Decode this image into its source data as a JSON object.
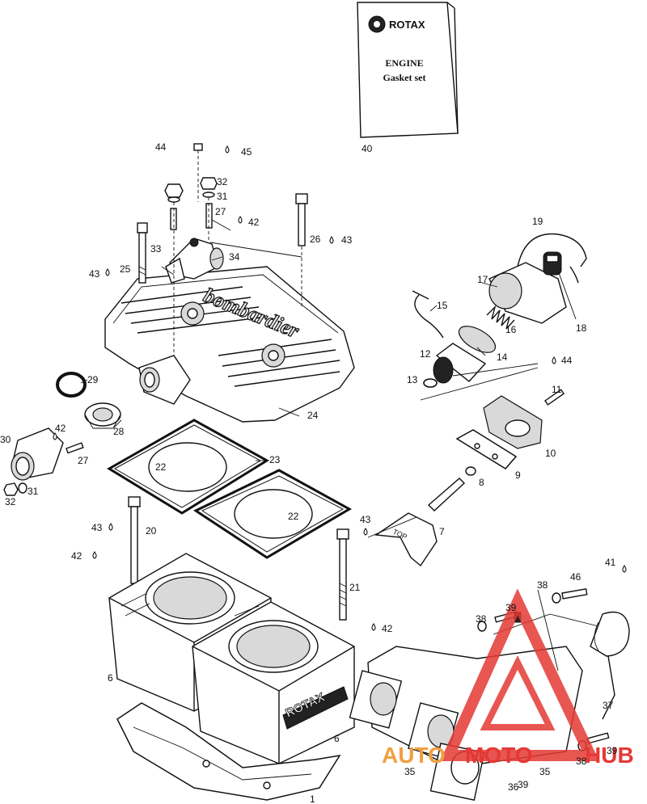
{
  "kit_box": {
    "brand": "ROTAX",
    "title_line1": "ENGINE",
    "title_line2": "Gasket set"
  },
  "embossed_text": {
    "cylinder_head": "bombardier",
    "cylinder_block": "ROTAX",
    "intake_manifold_tag": "TOP"
  },
  "watermark": {
    "part1": "AUTO",
    "part2": "MOTO",
    "part3": "HUB",
    "color": "#e53935",
    "accent_color": "#f0a040"
  },
  "callouts": {
    "c1": "1",
    "c6a": "6",
    "c6b": "6",
    "c7": "7",
    "c8": "8",
    "c9": "9",
    "c10": "10",
    "c11": "11",
    "c12": "12",
    "c13": "13",
    "c14": "14",
    "c15": "15",
    "c16": "16",
    "c17": "17",
    "c18": "18",
    "c19": "19",
    "c20": "20",
    "c21": "21",
    "c22a": "22",
    "c22b": "22",
    "c23": "23",
    "c24": "24",
    "c25": "25",
    "c26": "26",
    "c27a": "27",
    "c27b": "27",
    "c28": "28",
    "c29": "29",
    "c30": "30",
    "c31a": "31",
    "c31b": "31",
    "c32a": "32",
    "c32b": "32",
    "c33": "33",
    "c34": "34",
    "c35a": "35",
    "c35b": "35",
    "c36": "36",
    "c37": "37",
    "c38a": "38",
    "c38b": "38",
    "c38c": "38",
    "c39a": "39",
    "c39b": "39",
    "c39c": "39",
    "c40": "40",
    "c41": "41",
    "c42a": "42",
    "c42b": "42",
    "c42c": "42",
    "c42d": "42",
    "c43a": "43",
    "c43b": "43",
    "c43c": "43",
    "c43d": "43",
    "c44a": "44",
    "c44b": "44",
    "c45": "45",
    "c46": "46"
  }
}
